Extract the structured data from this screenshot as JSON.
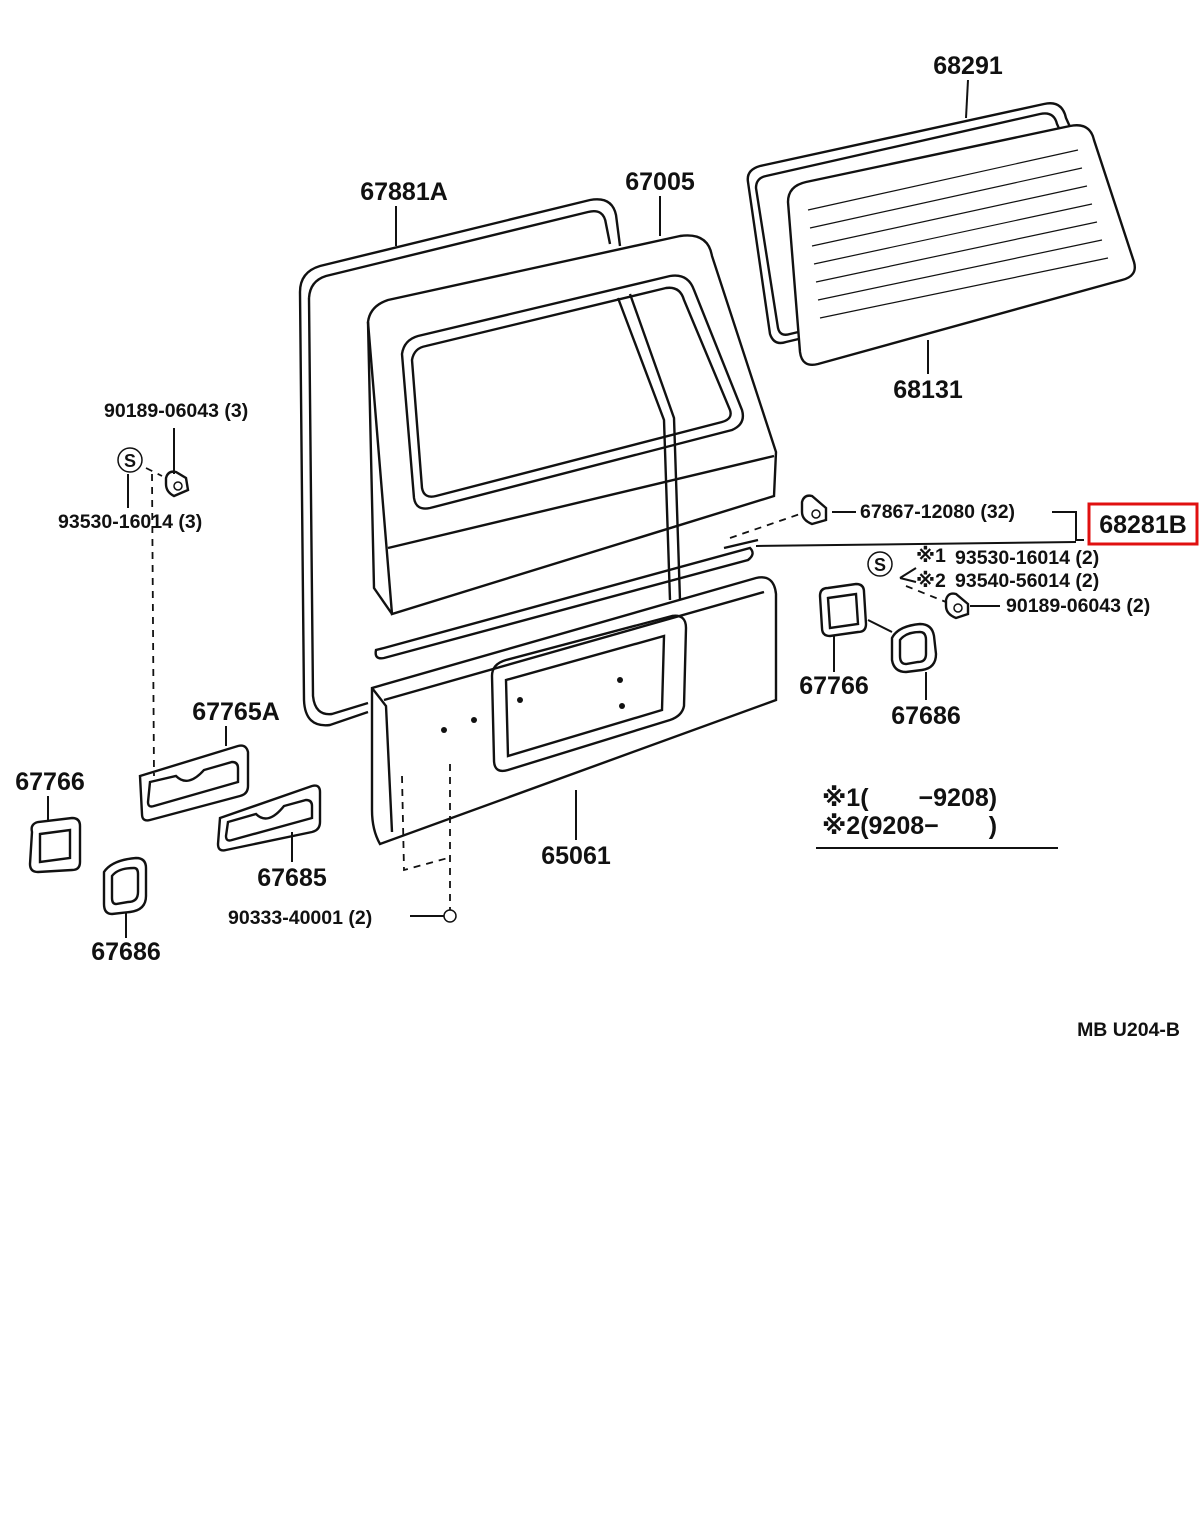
{
  "highlight_color": "#e01010",
  "labels": {
    "p68291": "68291",
    "p67881a": "67881A",
    "p67005": "67005",
    "p68131": "68131",
    "p90189_3": "90189-06043 (3)",
    "p93530_3": "93530-16014 (3)",
    "p67867": "67867-12080 (32)",
    "p68281b": "68281B",
    "p93530_2": "93530-16014 (2)",
    "p93540_2": "93540-56014 (2)",
    "p90189_2": "90189-06043 (2)",
    "p67766_r": "67766",
    "p67686_r": "67686",
    "p67765a": "67765A",
    "p67766_l": "67766",
    "p67685": "67685",
    "p65061": "65061",
    "p67686_l": "67686",
    "p90333": "90333-40001 (2)",
    "mark1": "※1",
    "mark2": "※2",
    "note1": "※1(　　−9208)",
    "note2": "※2(9208−　　)",
    "code": "MB U204-B",
    "s_symbol": "S"
  }
}
